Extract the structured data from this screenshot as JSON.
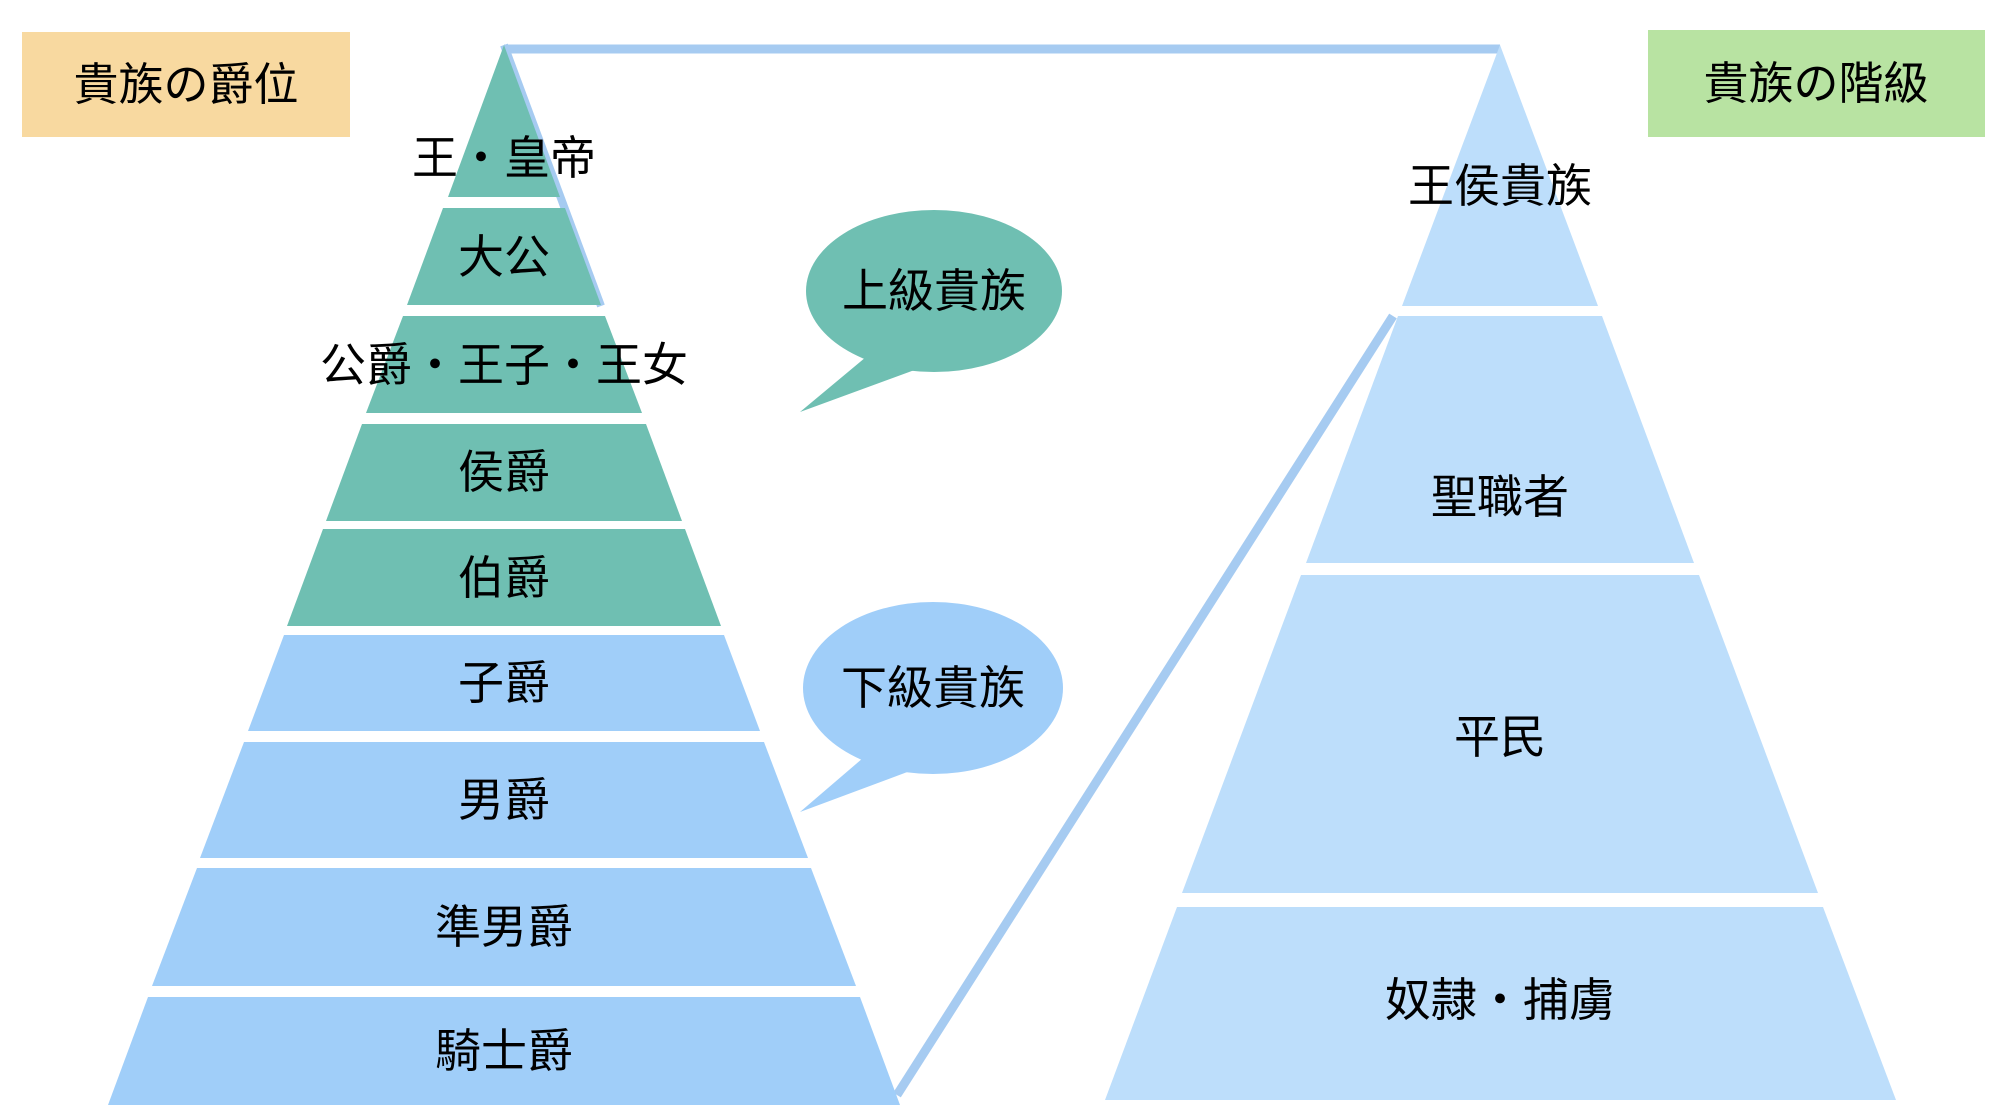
{
  "colors": {
    "teal": "#6FBFB2",
    "light_blue": "#A0CEF9",
    "pale_blue": "#BDDEFB",
    "connector_blue": "#A6CBF1",
    "label_orange_bg": "#F8D9A0",
    "label_green_bg": "#B8E3A2",
    "text": "#000000"
  },
  "header": {
    "left_label": "貴族の爵位",
    "right_label": "貴族の階級"
  },
  "left_pyramid": {
    "tiers": [
      {
        "label": "王・皇帝",
        "group": "上級貴族"
      },
      {
        "label": "大公",
        "group": "上級貴族"
      },
      {
        "label": "公爵・王子・王女",
        "group": "上級貴族"
      },
      {
        "label": "侯爵",
        "group": "上級貴族"
      },
      {
        "label": "伯爵",
        "group": "上級貴族"
      },
      {
        "label": "子爵",
        "group": "下級貴族"
      },
      {
        "label": "男爵",
        "group": "下級貴族"
      },
      {
        "label": "準男爵",
        "group": "下級貴族"
      },
      {
        "label": "騎士爵",
        "group": "下級貴族"
      }
    ]
  },
  "right_pyramid": {
    "tiers": [
      {
        "label": "王侯貴族"
      },
      {
        "label": "聖職者"
      },
      {
        "label": "平民"
      },
      {
        "label": "奴隷・捕虜"
      }
    ]
  },
  "callouts": {
    "upper": "上級貴族",
    "lower": "下級貴族"
  }
}
